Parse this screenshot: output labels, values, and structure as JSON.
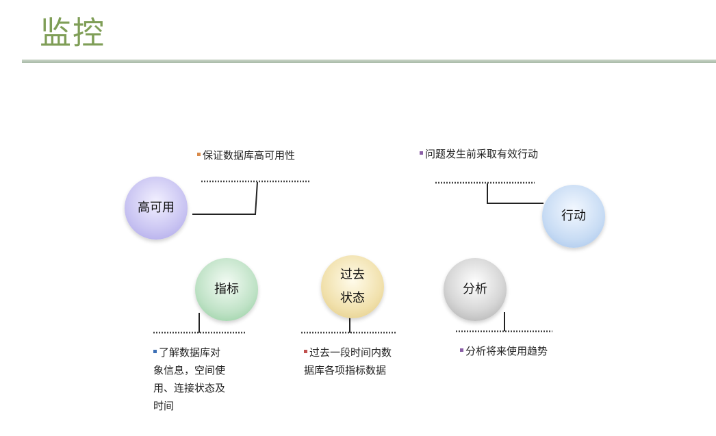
{
  "page": {
    "title": "监控"
  },
  "nodes": {
    "high_availability": {
      "label": "高可用",
      "note": "保证数据库高可用性",
      "bullet_color": "#d98a4a"
    },
    "action": {
      "label": "行动",
      "note": "问题发生前采取有效行动",
      "bullet_color": "#8a5fa6"
    },
    "metrics": {
      "label": "指标",
      "note_lines": [
        "了解数据库对",
        "象信息，空间使",
        "用、连接状态及",
        "时间"
      ],
      "bullet_color": "#3c6fb5"
    },
    "past_state": {
      "label_line1": "过去",
      "label_line2": "状态",
      "note_lines": [
        "过去一段时间内数",
        "据库各项指标数据"
      ],
      "bullet_color": "#c0504d"
    },
    "analysis": {
      "label": "分析",
      "note": "分析将来使用趋势",
      "bullet_color": "#8a5fa6"
    }
  }
}
